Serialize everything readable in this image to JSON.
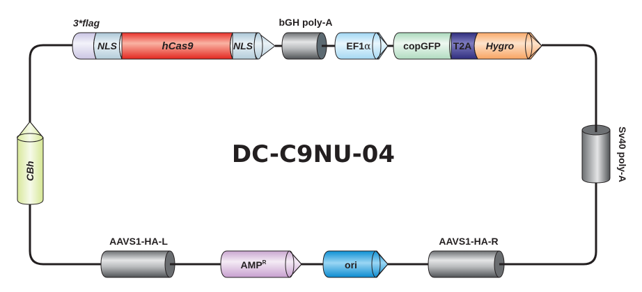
{
  "plasmid": {
    "name": "DC-C9NU-04",
    "backbone_color": "#231f20",
    "elements": {
      "flag": {
        "label": "3*flag",
        "color": "#ddd9ee"
      },
      "nls1": {
        "label": "NLS",
        "color": "#c7dbe6"
      },
      "hcas9": {
        "label": "hCas9",
        "color": "#ee4a3a"
      },
      "nls2": {
        "label": "NLS",
        "color": "#c7dbe6"
      },
      "bgh": {
        "label": "bGH poly-A",
        "color": "#8a8d90"
      },
      "ef1a": {
        "label": "EF1",
        "label_suffix": "α",
        "color": "#bfe3f7"
      },
      "copgfp": {
        "label": "copGFP",
        "color": "#c9e8d5"
      },
      "t2a": {
        "label": "T2A",
        "color": "#3f3e8f"
      },
      "hygro": {
        "label": "Hygro",
        "color": "#fbbd8a"
      },
      "sv40": {
        "label": "Sv40 poly-A",
        "color": "#9a9c9e"
      },
      "aavs1_r": {
        "label": "AAVS1-HA-R",
        "color": "#9a9c9e"
      },
      "ori": {
        "label": "ori",
        "color": "#1fa2e0"
      },
      "amp": {
        "label": "AMP",
        "label_sup": "R",
        "color": "#dcc3e0"
      },
      "aavs1_l": {
        "label": "AAVS1-HA-L",
        "color": "#9a9c9e"
      },
      "cbh": {
        "label": "CBh",
        "color": "#e6f0b6"
      }
    }
  }
}
